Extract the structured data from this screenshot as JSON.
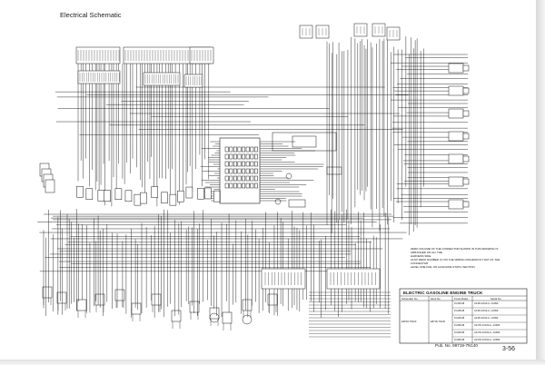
{
  "page_title": "Electrical Schematic",
  "notes": [
    "ZERO VOLUME OF THE CONNECTOR SHOWN IN THIS DRAWING IS ARRANGED ON ALL THE",
    "HARNESS SIDE.",
    "ALSO ZERO NUMBER (7) ON THE WIRING DIAGRAM IS THAT OF THE CONNECTOR",
    "LEVEL ONE DIAL ON GASOLINE STATIC SECTION."
  ],
  "title_block": {
    "title": "ELECTRIC GASOLINE ENGINE TRUCK",
    "headers": [
      "Schematic No.",
      "Ident No.",
      "Truck Model",
      "Serial No."
    ],
    "schematic_no": "E3P18-7N160",
    "ident_no": "E8718-7N140",
    "rows": [
      {
        "model": "FG15N18",
        "serial": "AF18-10192-& ~10999"
      },
      {
        "model": "FG18N18",
        "serial": "AF18-10192-& ~10999"
      },
      {
        "model": "FG20N18",
        "serial": "AF18-10192-& ~10999"
      },
      {
        "model": "FG25N18",
        "serial": "AF17D-10192-& ~10999"
      },
      {
        "model": "FG30N18",
        "serial": "AF17D-10192-& ~10999"
      },
      {
        "model": "FG35N18",
        "serial": "AF17D-10192-& ~10999"
      }
    ]
  },
  "pub_no": "Pub. No. 99719-7N140",
  "page_no": "3-56"
}
